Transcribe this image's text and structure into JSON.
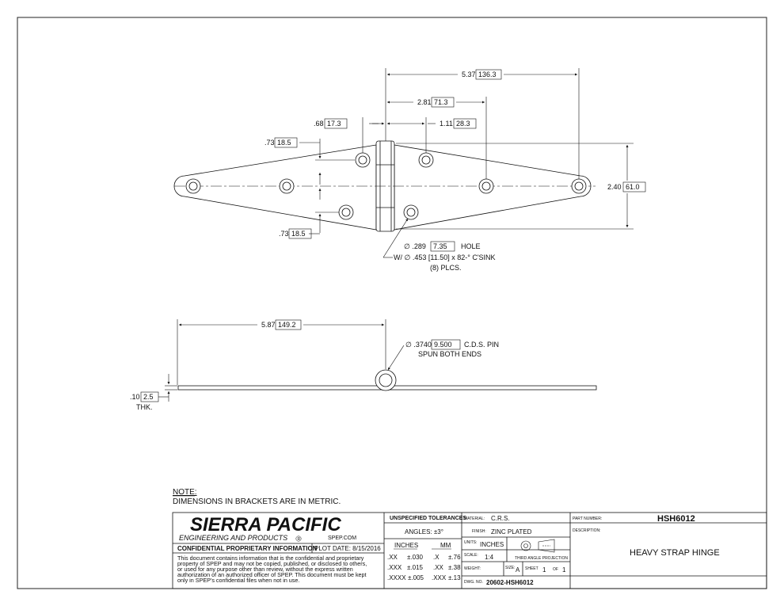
{
  "dimensions": {
    "overall_half": [
      "5.37",
      "136.3"
    ],
    "hole_2": [
      "2.81",
      "71.3"
    ],
    "hole_left_offset": [
      ".68",
      "17.3"
    ],
    "hole_right_offset": [
      "1.11",
      "28.3"
    ],
    "height": [
      "2.40",
      "61.0"
    ],
    "vert_upper": [
      ".73",
      "18.5"
    ],
    "vert_lower": [
      ".73",
      "18.5"
    ],
    "side_length": [
      "5.87",
      "149.2"
    ],
    "thickness": [
      ".10",
      "2.5"
    ],
    "thickness_label": "THK."
  },
  "callouts": {
    "hole_line1_pre": "∅ .289",
    "hole_line1_mm": "7.35",
    "hole_line1_post": "HOLE",
    "hole_line2": "W/ ∅ .453 [11.50] x 82-° C'SINK",
    "hole_line3": "(8) PLCS.",
    "pin_line1_pre": "∅ .3740",
    "pin_line1_mm": "9.500",
    "pin_line1_post": "C.D.S. PIN",
    "pin_line2": "SPUN BOTH ENDS"
  },
  "note": {
    "heading": "NOTE:",
    "text": "DIMENSIONS IN BRACKETS ARE IN METRIC."
  },
  "title_block": {
    "company": "SIERRA PACIFIC",
    "company_sub": "ENGINEERING AND PRODUCTS",
    "registered": "R",
    "website": "SPEP.COM",
    "confidential_heading": "CONFIDENTIAL PROPRIETARY INFORMATION",
    "plot_date": "PLOT DATE: 8/15/2016",
    "confidential_lines": [
      "This document contains information that is the confidential and proprietary",
      "property of SPEP and may not be copied, published, or disclosed to others,",
      "or used for any purpose  other than review, without the express written",
      "authorization of an authorized officer of SPEP. This document must be kept",
      "only in SPEP's confidential files when not in use."
    ],
    "tolerances_heading": "UNSPECIFIED TOLERANCES",
    "angles": "ANGLES: ±3°",
    "inches_heading": "INCHES",
    "mm_heading": "MM",
    "tol_rows": [
      {
        "in": ".XX",
        "in_val": "±.030",
        "mm": ".X",
        "mm_val": "±.76"
      },
      {
        "in": ".XXX",
        "in_val": "±.015",
        "mm": ".XX",
        "mm_val": "±.38"
      },
      {
        "in": ".XXXX",
        "in_val": "±.005",
        "mm": ".XXX",
        "mm_val": "±.13"
      }
    ],
    "material_label": "MATERIAL:",
    "material": "C.R.S.",
    "finish_label": "FINISH:",
    "finish": "ZINC PLATED",
    "units_label": "UNITS:",
    "units": "INCHES",
    "scale_label": "SCALE:",
    "scale": "1:4",
    "projection": "THIRD ANGLE PROJECTION",
    "weight_label": "WEIGHT:",
    "size_label": "SIZE:",
    "size": "A",
    "sheet_label": "SHEET",
    "sheet": "1",
    "of_label": "OF",
    "sheets": "1",
    "dwg_label": "DWG. NO.",
    "dwg_no": "20602-HSH6012",
    "part_label": "PART NUMBER:",
    "part_number": "HSH6012",
    "desc_label": "DESCRIPTION:",
    "description": "HEAVY STRAP HINGE"
  }
}
